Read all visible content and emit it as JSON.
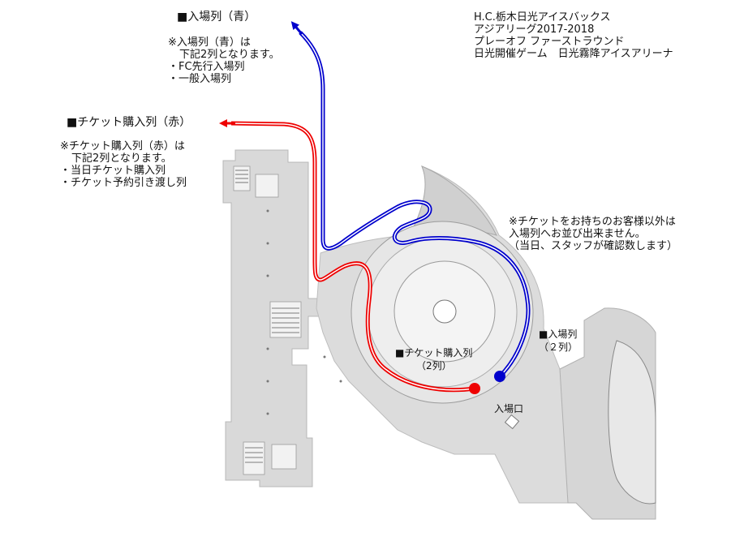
{
  "title_block": {
    "line1": "H.C.栃木日光アイスバックス",
    "line2": "アジアリーグ2017-2018",
    "line3": "プレーオフ ファーストラウンド",
    "line4": "日光開催ゲーム　日光霧降アイスアリーナ"
  },
  "blue_queue": {
    "heading": "■入場列（青）",
    "note1": "※入場列（青）は",
    "note2": "下記2列となります。",
    "note3": "・FC先行入場列",
    "note4": "・一般入場列",
    "color": "#0000cc"
  },
  "red_queue": {
    "heading": "■チケット購入列（赤）",
    "note1": "※チケット購入列（赤）は",
    "note2": "下記2列となります。",
    "note3": "・当日チケット購入列",
    "note4": "・チケット予約引き渡し列",
    "color": "#ee0000"
  },
  "notice": {
    "line1": "※チケットをお持ちのお客様以外は",
    "line2": "入場列へお並び出来ません。",
    "line3": "（当日、スタッフが確認数します）"
  },
  "map_labels": {
    "ticket_line": "■チケット購入列",
    "ticket_line_count": "（2列）",
    "entry_line": "■入場列",
    "entry_line_count": "（２列）",
    "entrance": "入場口"
  }
}
